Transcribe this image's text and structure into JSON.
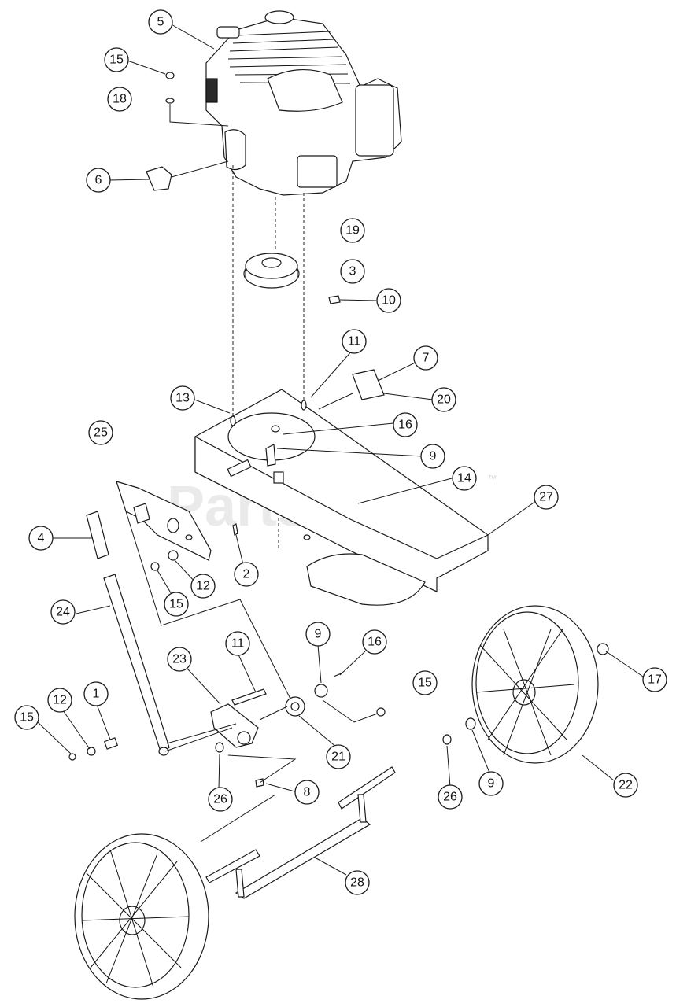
{
  "watermark": {
    "text": "PartsTree",
    "trademark": "™"
  },
  "callouts": [
    {
      "id": "c5",
      "label": "5"
    },
    {
      "id": "c15a",
      "label": "15"
    },
    {
      "id": "c18",
      "label": "18"
    },
    {
      "id": "c6",
      "label": "6"
    },
    {
      "id": "c19",
      "label": "19"
    },
    {
      "id": "c3",
      "label": "3"
    },
    {
      "id": "c10",
      "label": "10"
    },
    {
      "id": "c11a",
      "label": "11"
    },
    {
      "id": "c7",
      "label": "7"
    },
    {
      "id": "c20",
      "label": "20"
    },
    {
      "id": "c13",
      "label": "13"
    },
    {
      "id": "c16a",
      "label": "16"
    },
    {
      "id": "c25",
      "label": "25"
    },
    {
      "id": "c9a",
      "label": "9"
    },
    {
      "id": "c14",
      "label": "14"
    },
    {
      "id": "c27",
      "label": "27"
    },
    {
      "id": "c4",
      "label": "4"
    },
    {
      "id": "c2",
      "label": "2"
    },
    {
      "id": "c12a",
      "label": "12"
    },
    {
      "id": "c15b",
      "label": "15"
    },
    {
      "id": "c24",
      "label": "24"
    },
    {
      "id": "c9b",
      "label": "9"
    },
    {
      "id": "c16b",
      "label": "16"
    },
    {
      "id": "c11b",
      "label": "11"
    },
    {
      "id": "c23",
      "label": "23"
    },
    {
      "id": "c17",
      "label": "17"
    },
    {
      "id": "c15c",
      "label": "15"
    },
    {
      "id": "c1",
      "label": "1"
    },
    {
      "id": "c12b",
      "label": "12"
    },
    {
      "id": "c15d",
      "label": "15"
    },
    {
      "id": "c21",
      "label": "21"
    },
    {
      "id": "c22",
      "label": "22"
    },
    {
      "id": "c26a",
      "label": "26"
    },
    {
      "id": "c8",
      "label": "8"
    },
    {
      "id": "c26b",
      "label": "26"
    },
    {
      "id": "c9c",
      "label": "9"
    },
    {
      "id": "c28",
      "label": "28"
    }
  ]
}
